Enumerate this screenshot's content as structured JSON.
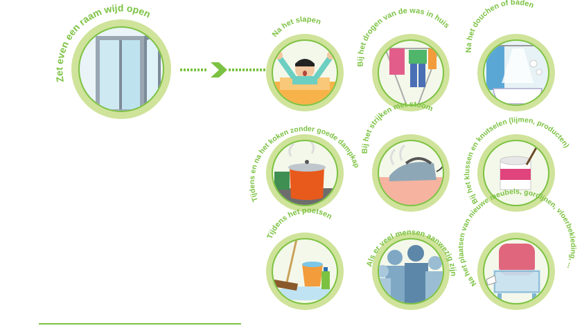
{
  "main_circle": {
    "label": "Zet even een raam wijd open",
    "icon": "open-window-icon"
  },
  "colors": {
    "ring_outer": "#cfe39a",
    "ring_inner": "#7cc242",
    "label_green": "#7cc242",
    "arrow_green": "#7cc242",
    "underline_green": "#7cc242"
  },
  "situations": [
    {
      "label": "Na het slapen",
      "icon": "waking-person-icon"
    },
    {
      "label": "Bij het drogen van de was in huis",
      "icon": "drying-laundry-icon"
    },
    {
      "label": "Na het douchen of baden",
      "icon": "shower-bath-icon"
    },
    {
      "label": "Tijdens en na het koken zonder goede dampkap",
      "icon": "cooking-pot-icon"
    },
    {
      "label": "Bij het strijken met stoom",
      "icon": "steam-iron-icon"
    },
    {
      "label": "Bij het klussen en knutselen (lijmen, producten)",
      "icon": "glue-pot-brush-icon"
    },
    {
      "label": "Tijdens het poetsen",
      "icon": "cleaning-mop-bucket-icon"
    },
    {
      "label": "Als er veel mensen aanwezig zijn",
      "icon": "crowd-of-people-icon"
    },
    {
      "label": "Na het plaatsen van nieuwe meubels, gordijnen, vloerbekleding, ...",
      "icon": "new-furniture-icon"
    }
  ]
}
